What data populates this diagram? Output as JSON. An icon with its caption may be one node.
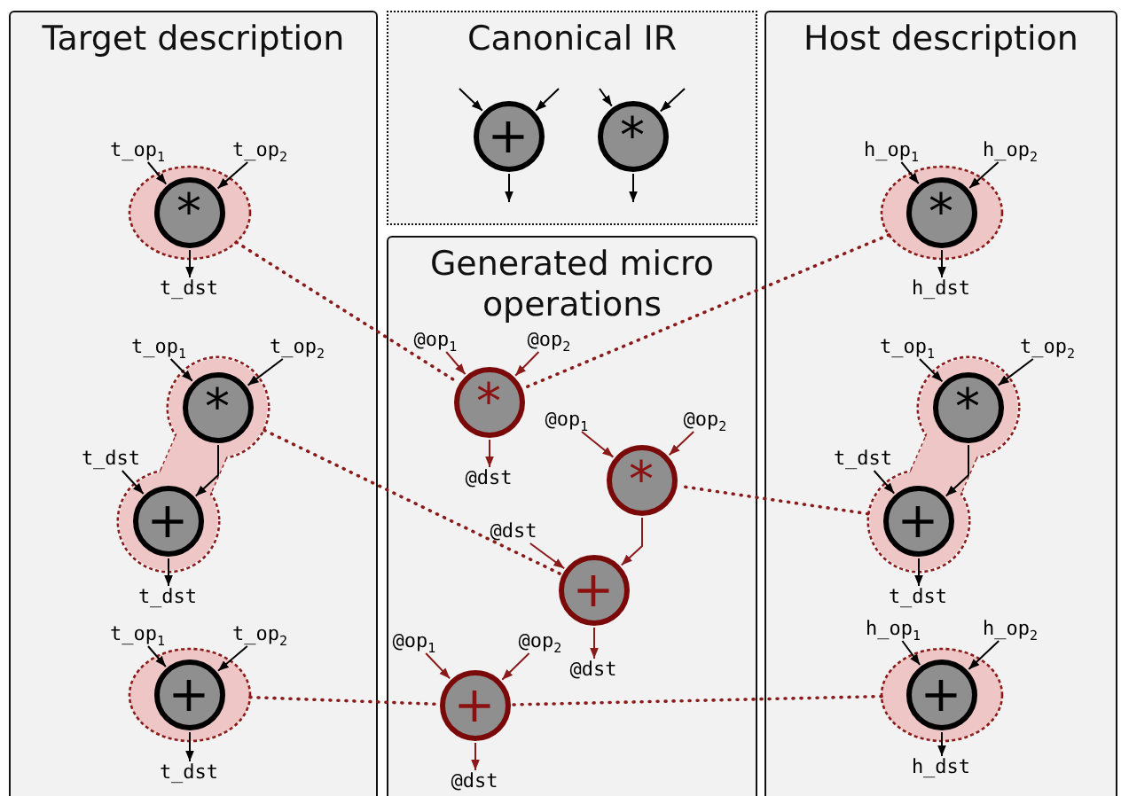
{
  "diagram": {
    "nodes": [
      {
        "text": [
          "Target description"
        ]
      },
      {
        "text": [],
        "shape": "blob",
        "in": 0
      },
      {
        "text": [
          "*"
        ],
        "in": 1
      },
      {
        "text": [
          "t_op$_{1}$"
        ],
        "in": 0
      },
      {
        "text": [
          "t_op$_{2}$"
        ],
        "in": 0
      },
      {
        "text": [
          "t_dst"
        ],
        "in": 0
      },
      {
        "text": [],
        "shape": "blob",
        "in": 0
      },
      {
        "text": [
          "*"
        ],
        "in": 6
      },
      {
        "text": [
          "+"
        ],
        "in": 6
      },
      {
        "text": [
          "t_op$_{1}$"
        ],
        "in": 0
      },
      {
        "text": [
          "t_op$_{2}$"
        ],
        "in": 0
      },
      {
        "text": [
          "t_dst"
        ],
        "in": 0
      },
      {
        "text": [
          "t_dst"
        ],
        "in": 0
      },
      {
        "text": [],
        "shape": "blob",
        "in": 0
      },
      {
        "text": [
          "+"
        ],
        "in": 13
      },
      {
        "text": [
          "t_op$_{1}$"
        ],
        "in": 0
      },
      {
        "text": [
          "t_op$_{2}$"
        ],
        "in": 0
      },
      {
        "text": [
          "t_dst"
        ],
        "in": 0
      },
      {
        "text": [
          "Canonical IR"
        ]
      },
      {
        "text": [
          "+"
        ],
        "in": 18
      },
      {
        "text": [
          "*"
        ],
        "in": 18
      },
      {
        "text": [
          "Generated micro operations"
        ]
      },
      {
        "text": [
          "*"
        ],
        "in": 21
      },
      {
        "text": [
          "@op$_{1}$"
        ],
        "in": 21
      },
      {
        "text": [
          "@op$_{2}$"
        ],
        "in": 21
      },
      {
        "text": [
          "@dst"
        ],
        "in": 21
      },
      {
        "text": [
          "*"
        ],
        "in": 21
      },
      {
        "text": [
          "@op$_{1}$"
        ],
        "in": 21
      },
      {
        "text": [
          "@op$_{2}$"
        ],
        "in": 21
      },
      {
        "text": [
          "+"
        ],
        "in": 21
      },
      {
        "text": [
          "@dst"
        ],
        "in": 21
      },
      {
        "text": [
          "@dst"
        ],
        "in": 21
      },
      {
        "text": [
          "+"
        ],
        "in": 21
      },
      {
        "text": [
          "@op$_{1}$"
        ],
        "in": 21
      },
      {
        "text": [
          "@op$_{2}$"
        ],
        "in": 21
      },
      {
        "text": [
          "@dst"
        ],
        "in": 21
      },
      {
        "text": [
          "Host description"
        ]
      },
      {
        "text": [],
        "shape": "blob",
        "in": 36
      },
      {
        "text": [
          "*"
        ],
        "in": 37
      },
      {
        "text": [
          "h_op$_{1}$"
        ],
        "in": 36
      },
      {
        "text": [
          "h_op$_{2}$"
        ],
        "in": 36
      },
      {
        "text": [
          "h_dst"
        ],
        "in": 36
      },
      {
        "text": [],
        "shape": "blob",
        "in": 36
      },
      {
        "text": [
          "*"
        ],
        "in": 42
      },
      {
        "text": [
          "+"
        ],
        "in": 42
      },
      {
        "text": [
          "t_op$_{1}$"
        ],
        "in": 36
      },
      {
        "text": [
          "t_op$_{2}$"
        ],
        "in": 36
      },
      {
        "text": [
          "t_dst"
        ],
        "in": 36
      },
      {
        "text": [
          "t_dst"
        ],
        "in": 36
      },
      {
        "text": [],
        "shape": "blob",
        "in": 36
      },
      {
        "text": [
          "+"
        ],
        "in": 49
      },
      {
        "text": [
          "h_op$_{1}$"
        ],
        "in": 36
      },
      {
        "text": [
          "h_op$_{2}$"
        ],
        "in": 36
      },
      {
        "text": [
          "h_dst"
        ],
        "in": 36
      }
    ],
    "edges": [
      {
        "from": 3,
        "to": 2,
        "arrow": "to"
      },
      {
        "from": 4,
        "to": 2,
        "arrow": "to"
      },
      {
        "from": 2,
        "to": 5,
        "arrow": "to"
      },
      {
        "from": 9,
        "to": 7,
        "arrow": "to"
      },
      {
        "from": 10,
        "to": 7,
        "arrow": "to"
      },
      {
        "from": 7,
        "to": 8,
        "arrow": "to"
      },
      {
        "from": 11,
        "to": 8,
        "arrow": "to"
      },
      {
        "from": 8,
        "to": 12,
        "arrow": "to"
      },
      {
        "from": 15,
        "to": 14,
        "arrow": "to"
      },
      {
        "from": 16,
        "to": 14,
        "arrow": "to"
      },
      {
        "from": 14,
        "to": 17,
        "arrow": "to"
      },
      {
        "from": null,
        "to": 19,
        "arrow": "to"
      },
      {
        "from": null,
        "to": 19,
        "arrow": "to"
      },
      {
        "from": 19,
        "to": null,
        "arrow": "to"
      },
      {
        "from": null,
        "to": 20,
        "arrow": "to"
      },
      {
        "from": null,
        "to": 20,
        "arrow": "to"
      },
      {
        "from": 20,
        "to": null,
        "arrow": "to"
      },
      {
        "from": 23,
        "to": 22,
        "arrow": "to",
        "color": "#8b1a1a"
      },
      {
        "from": 24,
        "to": 22,
        "arrow": "to",
        "color": "#8b1a1a"
      },
      {
        "from": 22,
        "to": 25,
        "arrow": "to",
        "color": "#8b1a1a"
      },
      {
        "from": 27,
        "to": 26,
        "arrow": "to",
        "color": "#8b1a1a"
      },
      {
        "from": 28,
        "to": 26,
        "arrow": "to",
        "color": "#8b1a1a"
      },
      {
        "from": 26,
        "to": 29,
        "arrow": "to",
        "color": "#8b1a1a"
      },
      {
        "from": 30,
        "to": 29,
        "arrow": "to",
        "color": "#8b1a1a"
      },
      {
        "from": 29,
        "to": 31,
        "arrow": "to",
        "color": "#8b1a1a"
      },
      {
        "from": 33,
        "to": 32,
        "arrow": "to",
        "color": "#8b1a1a"
      },
      {
        "from": 34,
        "to": 32,
        "arrow": "to",
        "color": "#8b1a1a"
      },
      {
        "from": 32,
        "to": 35,
        "arrow": "to",
        "color": "#8b1a1a"
      },
      {
        "from": 39,
        "to": 38,
        "arrow": "to"
      },
      {
        "from": 40,
        "to": 38,
        "arrow": "to"
      },
      {
        "from": 38,
        "to": 41,
        "arrow": "to"
      },
      {
        "from": 45,
        "to": 43,
        "arrow": "to"
      },
      {
        "from": 46,
        "to": 43,
        "arrow": "to"
      },
      {
        "from": 43,
        "to": 44,
        "arrow": "to"
      },
      {
        "from": 47,
        "to": 44,
        "arrow": "to"
      },
      {
        "from": 44,
        "to": 48,
        "arrow": "to"
      },
      {
        "from": 51,
        "to": 50,
        "arrow": "to"
      },
      {
        "from": 52,
        "to": 50,
        "arrow": "to"
      },
      {
        "from": 50,
        "to": 53,
        "arrow": "to"
      },
      {
        "from": 1,
        "to": 22,
        "arrow": "none",
        "style": "dashed",
        "color": "#8b1a1a"
      },
      {
        "from": 37,
        "to": 22,
        "arrow": "none",
        "style": "dashed",
        "color": "#8b1a1a"
      },
      {
        "from": 6,
        "to": 29,
        "arrow": "none",
        "style": "dashed",
        "color": "#8b1a1a"
      },
      {
        "from": 42,
        "to": 26,
        "arrow": "none",
        "style": "dashed",
        "color": "#8b1a1a"
      },
      {
        "from": 13,
        "to": 32,
        "arrow": "none",
        "style": "dashed",
        "color": "#8b1a1a"
      },
      {
        "from": 49,
        "to": 32,
        "arrow": "none",
        "style": "dashed",
        "color": "#8b1a1a"
      }
    ]
  }
}
